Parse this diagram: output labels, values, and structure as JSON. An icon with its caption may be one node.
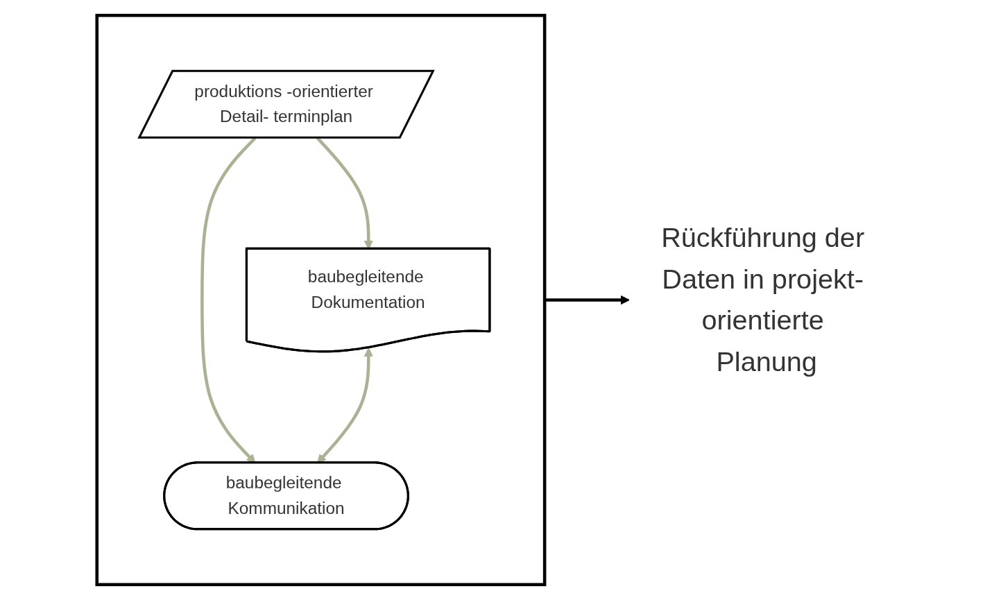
{
  "diagram": {
    "nodes": [
      {
        "text": [],
        "shape": "triangle"
      },
      {
        "text": [
          "produktions -orientierter Detail- terminplan"
        ],
        "in": 0
      },
      {
        "text": [
          "baubegleitende Dokumentation"
        ],
        "in": 0
      },
      {
        "text": [
          "baubegleitende Kommunikation"
        ],
        "in": 0
      },
      {
        "text": [
          "Rückführung der Daten in projekt- orientierte Planung"
        ]
      }
    ],
    "edges": [
      {
        "from": 1,
        "to": 2,
        "arrow": "to"
      },
      {
        "from": 1,
        "to": 3,
        "arrow": "to"
      },
      {
        "from": 2,
        "to": 3,
        "arrow": "both"
      },
      {
        "from": 0,
        "to": 4,
        "arrow": "to",
        "color": "#000000"
      }
    ]
  }
}
